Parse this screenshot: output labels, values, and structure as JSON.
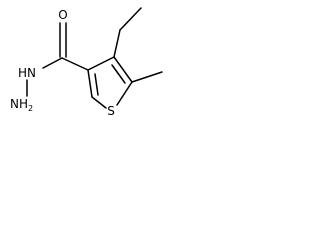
{
  "molecule": {
    "atoms": {
      "oxygen": "O",
      "hydrazide_n": "HN",
      "amine_n": "NH",
      "amine_subscript": "2",
      "sulfur": "S"
    },
    "colors": {
      "bond": "#000000",
      "label": "#000000",
      "background": "#ffffff"
    }
  }
}
